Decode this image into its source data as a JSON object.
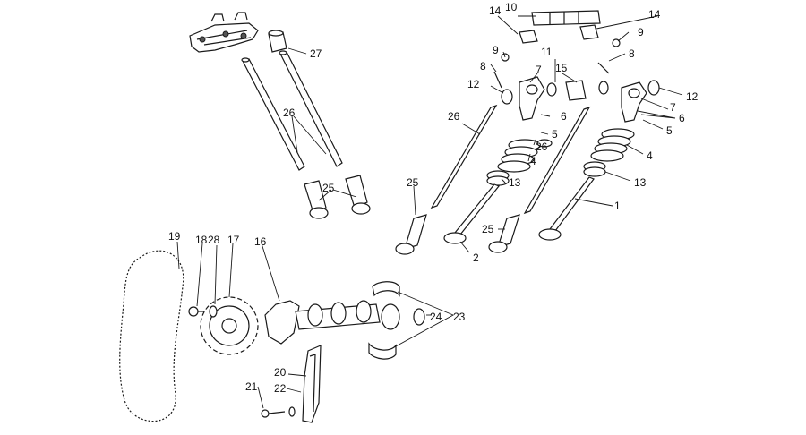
{
  "diagram": {
    "callouts": [
      {
        "id": "c1",
        "text": "1"
      },
      {
        "id": "c2",
        "text": "2"
      },
      {
        "id": "c4a",
        "text": "4"
      },
      {
        "id": "c4b",
        "text": "4"
      },
      {
        "id": "c5a",
        "text": "5"
      },
      {
        "id": "c5b",
        "text": "5"
      },
      {
        "id": "c6a",
        "text": "6"
      },
      {
        "id": "c6b",
        "text": "6"
      },
      {
        "id": "c7a",
        "text": "7"
      },
      {
        "id": "c7b",
        "text": "7"
      },
      {
        "id": "c8a",
        "text": "8"
      },
      {
        "id": "c8b",
        "text": "8"
      },
      {
        "id": "c9a",
        "text": "9"
      },
      {
        "id": "c9b",
        "text": "9"
      },
      {
        "id": "c10",
        "text": "10"
      },
      {
        "id": "c11",
        "text": "11"
      },
      {
        "id": "c12a",
        "text": "12"
      },
      {
        "id": "c12b",
        "text": "12"
      },
      {
        "id": "c13a",
        "text": "13"
      },
      {
        "id": "c13b",
        "text": "13"
      },
      {
        "id": "c14a",
        "text": "14"
      },
      {
        "id": "c14b",
        "text": "14"
      },
      {
        "id": "c15",
        "text": "15"
      },
      {
        "id": "c16",
        "text": "16"
      },
      {
        "id": "c17",
        "text": "17"
      },
      {
        "id": "c18",
        "text": "18"
      },
      {
        "id": "c19",
        "text": "19"
      },
      {
        "id": "c20",
        "text": "20"
      },
      {
        "id": "c21",
        "text": "21"
      },
      {
        "id": "c22",
        "text": "22"
      },
      {
        "id": "c23",
        "text": "23"
      },
      {
        "id": "c24",
        "text": "24"
      },
      {
        "id": "c25a",
        "text": "25"
      },
      {
        "id": "c25b",
        "text": "25"
      },
      {
        "id": "c25c",
        "text": "25"
      },
      {
        "id": "c26a",
        "text": "26"
      },
      {
        "id": "c26b",
        "text": "26"
      },
      {
        "id": "c26c",
        "text": "26"
      },
      {
        "id": "c27",
        "text": "27"
      },
      {
        "id": "c28",
        "text": "28"
      }
    ]
  }
}
